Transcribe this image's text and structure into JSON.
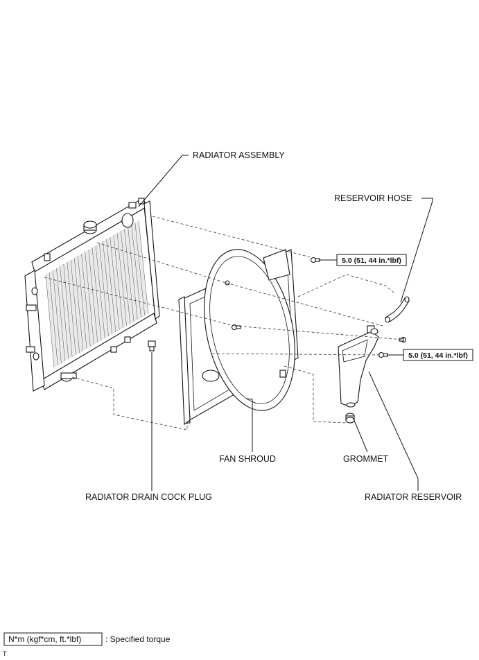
{
  "labels": {
    "radiator_assembly": "RADIATOR ASSEMBLY",
    "reservoir_hose": "RESERVOIR HOSE",
    "fan_shroud": "FAN SHROUD",
    "grommet": "GROMMET",
    "radiator_drain_cock_plug": "RADIATOR DRAIN COCK PLUG",
    "radiator_reservoir": "RADIATOR RESERVOIR"
  },
  "torque_specs": [
    "5.0 (51, 44 in.*lbf)",
    "5.0 (51, 44 in.*lbf)"
  ],
  "legend": {
    "unit_box": "N*m (kgf*cm, ft.*lbf)",
    "description": ": Specified torque"
  },
  "footer": "T"
}
